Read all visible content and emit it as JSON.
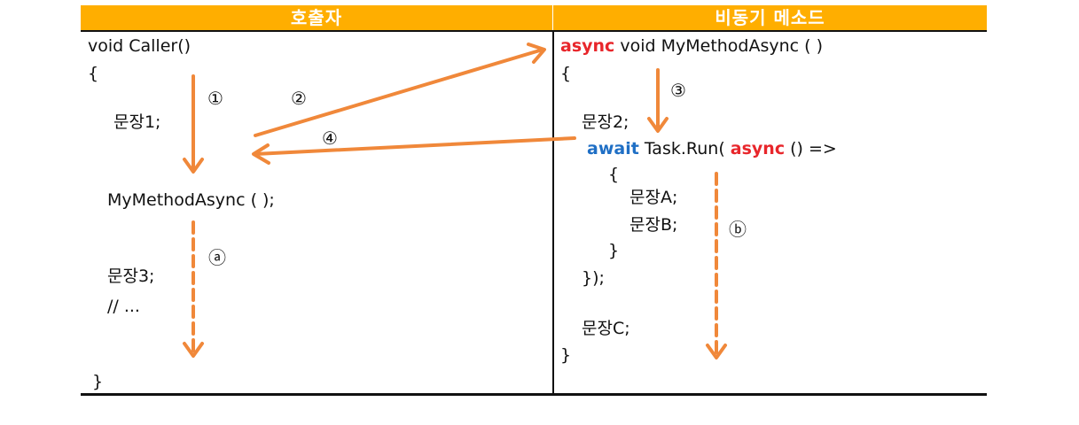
{
  "header": {
    "caller_title": "호출자",
    "async_title": "비동기 메소드"
  },
  "caller": {
    "signature": "void Caller()",
    "open_brace": "{",
    "stmt1": "문장1;",
    "call": "MyMethodAsync ( );",
    "stmt3": "문장3;",
    "comment": "// ...",
    "close_brace": "}"
  },
  "async_method": {
    "signature_kw": "async",
    "signature_rest": " void MyMethodAsync ( )",
    "open_brace": "{",
    "stmt2": "문장2;",
    "await_kw": "await",
    "await_mid": " Task.Run( ",
    "await_async_kw": "async",
    "await_tail": " () =>",
    "inner_open": "{",
    "stmtA": "문장A;",
    "stmtB": "문장B;",
    "inner_close": "}",
    "close_run": "});",
    "stmtC": "문장C;",
    "close_brace": "}"
  },
  "markers": {
    "m1": "①",
    "m2": "②",
    "m3": "③",
    "m4": "④",
    "ma": "ⓐ",
    "mb": "ⓑ"
  },
  "colors": {
    "header": "#ffae00",
    "arrow": "#f0883a",
    "keyword_red": "#e8262b",
    "keyword_blue": "#1f6fc5"
  }
}
